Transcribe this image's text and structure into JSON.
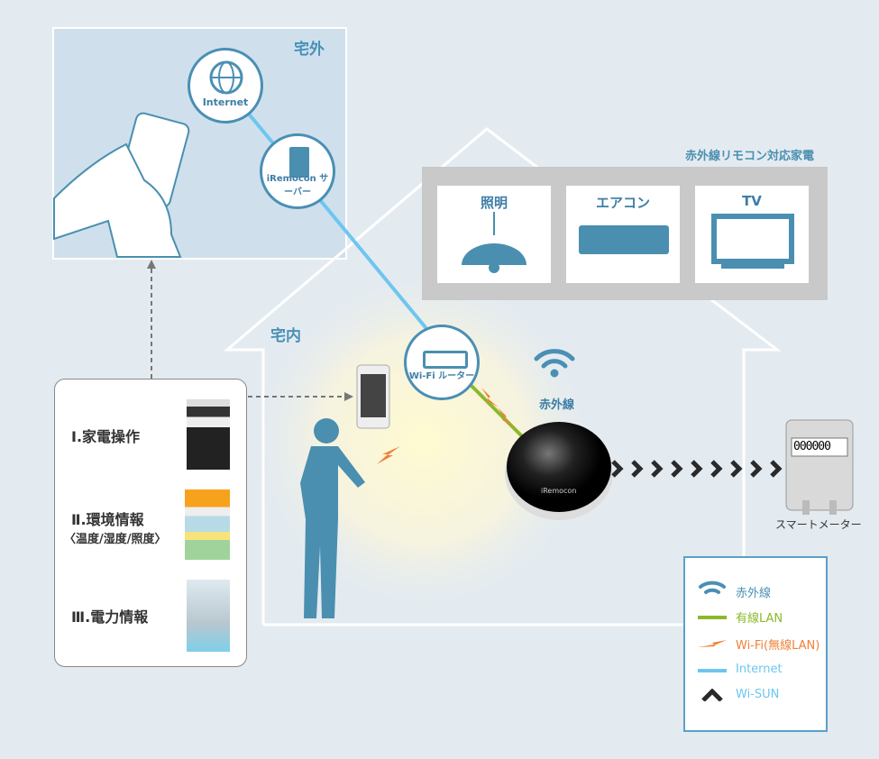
{
  "outside": {
    "label": "宅外",
    "internet": "Internet",
    "server": "iRemocon サーバー"
  },
  "inside": {
    "label": "宅内",
    "router": "Wi-Fi ルーター",
    "infrared": "赤外線",
    "device_brand": "iRemocon"
  },
  "appliances": {
    "title": "赤外線リモコン対応家電",
    "items": [
      {
        "label": "照明"
      },
      {
        "label": "エアコン"
      },
      {
        "label": "TV"
      }
    ]
  },
  "meter": {
    "label": "スマートメーター",
    "reading": "000000"
  },
  "features": [
    {
      "label": "Ⅰ.家電操作"
    },
    {
      "label": "Ⅱ.環境情報",
      "sub": "〈温度/湿度/照度〉"
    },
    {
      "label": "Ⅲ.電力情報"
    }
  ],
  "legend": [
    {
      "label": "赤外線",
      "color": "#4a8fb5",
      "icon": "infrared-icon"
    },
    {
      "label": "有線LAN",
      "color": "#8cb82a",
      "icon": "wired-line"
    },
    {
      "label": "Wi-Fi(無線LAN)",
      "color": "#f0813a",
      "icon": "lightning-icon"
    },
    {
      "label": "Internet",
      "color": "#6ec6f0",
      "icon": "internet-line"
    },
    {
      "label": "Wi-SUN",
      "color": "#6ec6f0",
      "icon": "chevron-up-icon"
    }
  ]
}
